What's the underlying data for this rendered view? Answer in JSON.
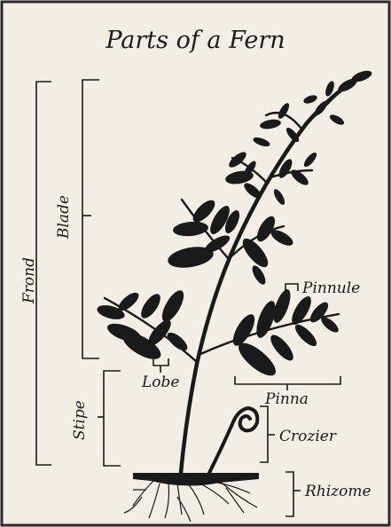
{
  "title": "Parts of a Fern",
  "labels": {
    "frond": "Frond",
    "blade": "Blade",
    "stipe": "Stipe",
    "lobe": "Lobe",
    "pinnule": "Pinnule",
    "pinna": "Pinna",
    "crozier": "Crozier",
    "rhizome": "Rhizome"
  },
  "colors": {
    "background": "#f2eee6",
    "ink": "#1a1a1a",
    "border": "#2a2a2a"
  }
}
